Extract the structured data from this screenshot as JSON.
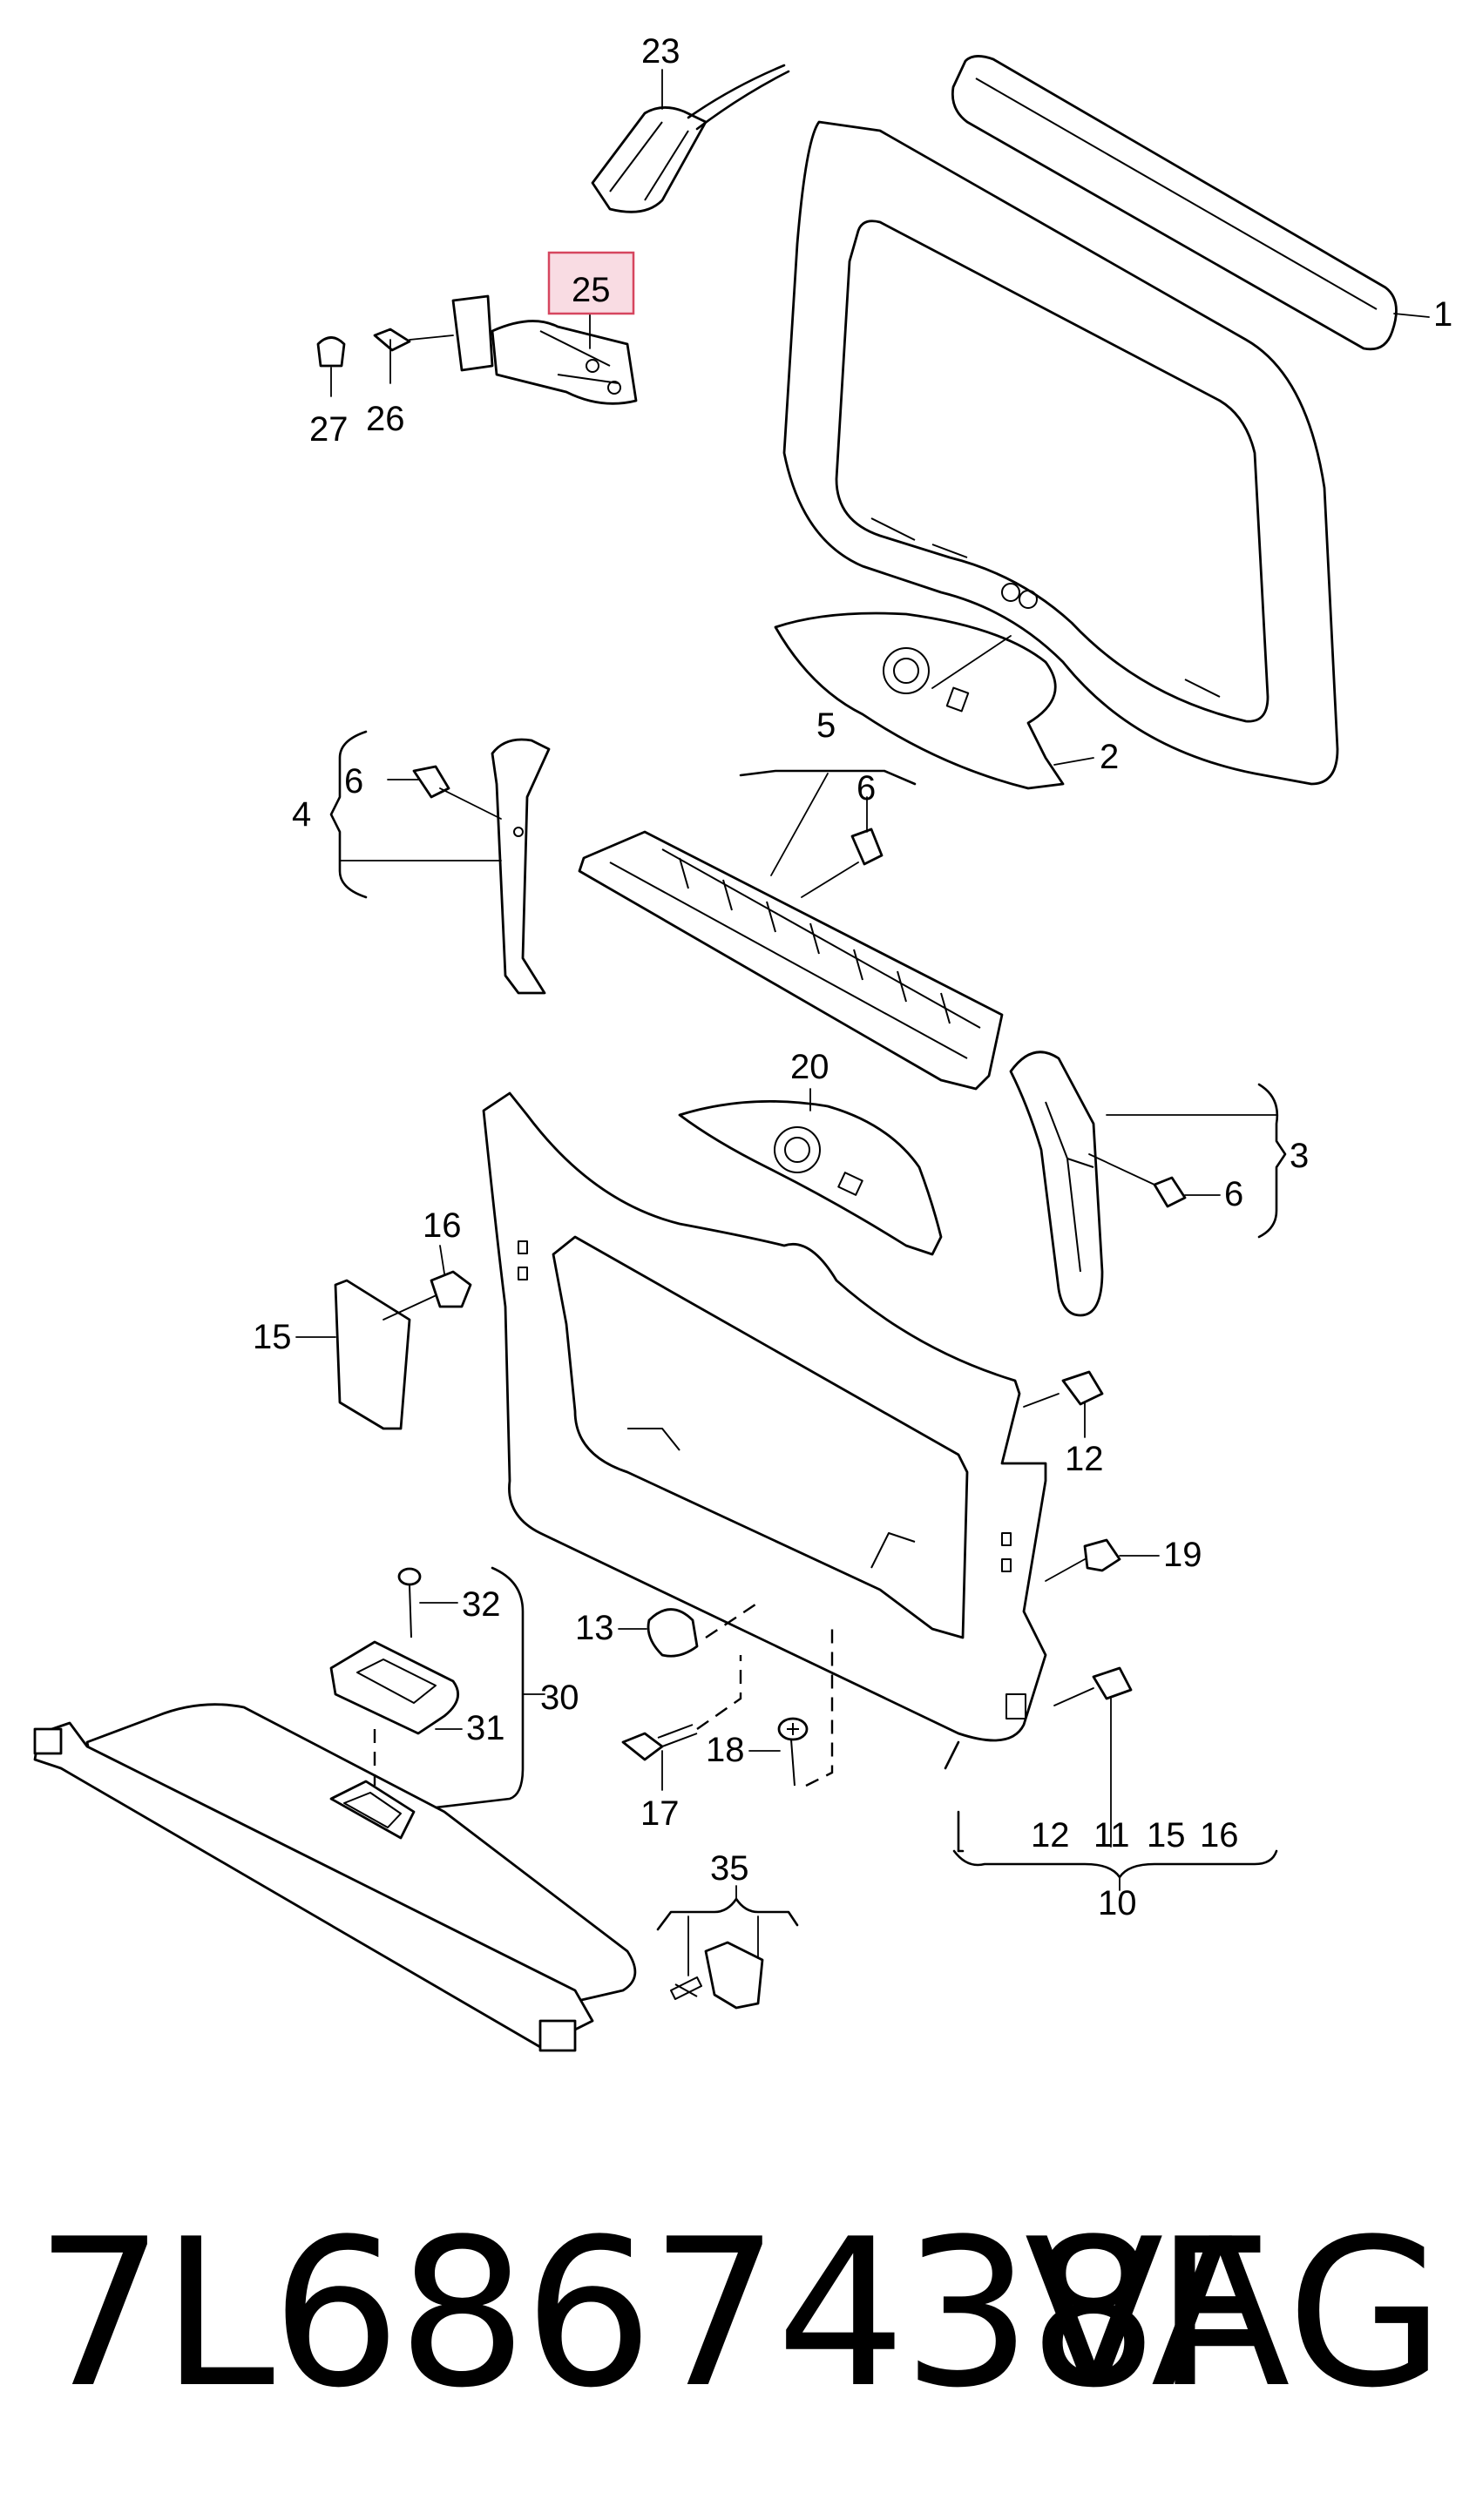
{
  "callouts": {
    "c1": "1",
    "c2": "2",
    "c3": "3",
    "c4": "4",
    "c5": "5",
    "c6a": "6",
    "c6b": "6",
    "c6c": "6",
    "c10": "10",
    "c11": "11",
    "c12a": "12",
    "c12b": "12",
    "c13": "13",
    "c15a": "15",
    "c15b": "15",
    "c16a": "16",
    "c16b": "16",
    "c17": "17",
    "c18": "18",
    "c19": "19",
    "c20": "20",
    "c23": "23",
    "c25": "25",
    "c26": "26",
    "c27": "27",
    "c30": "30",
    "c31": "31",
    "c32": "32",
    "c35": "35"
  },
  "highlight": {
    "callout": "25",
    "color": "#d6465f",
    "fill": "#f9dce3"
  },
  "footer": {
    "part_number": "7L6867438F",
    "brand": "VAG"
  }
}
